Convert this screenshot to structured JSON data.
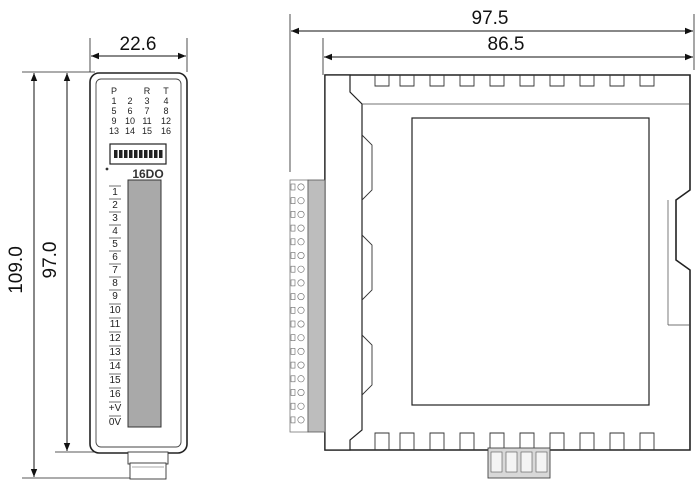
{
  "dimensions": {
    "overall_width": "97.5",
    "body_width": "86.5",
    "front_width": "22.6",
    "overall_height": "109.0",
    "body_height": "97.0"
  },
  "front_panel": {
    "model": "16DO",
    "header_letters": [
      "P",
      "R",
      "T"
    ],
    "led_grid": [
      [
        "1",
        "2",
        "3",
        "4"
      ],
      [
        "5",
        "6",
        "7",
        "8"
      ],
      [
        "9",
        "10",
        "11",
        "12"
      ],
      [
        "13",
        "14",
        "15",
        "16"
      ]
    ],
    "terminals": [
      "1",
      "2",
      "3",
      "4",
      "5",
      "6",
      "7",
      "8",
      "9",
      "10",
      "11",
      "12",
      "13",
      "14",
      "15",
      "16",
      "+V",
      "0V"
    ]
  }
}
